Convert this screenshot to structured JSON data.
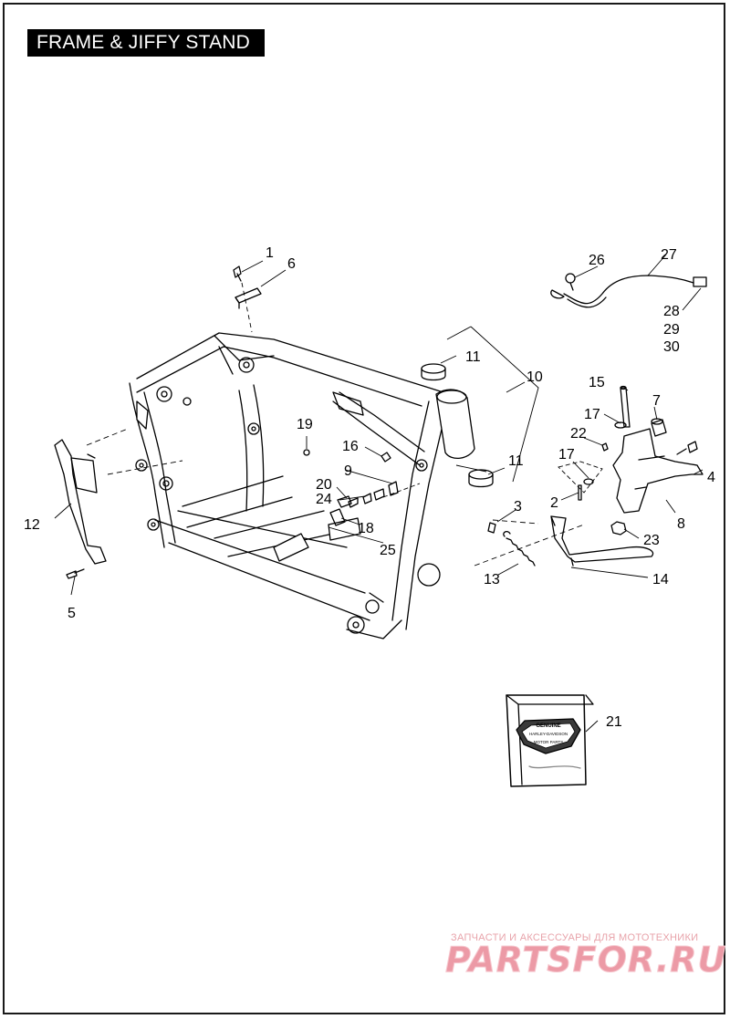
{
  "title": "FRAME & JIFFY STAND",
  "callouts": {
    "c1": "1",
    "c2": "2",
    "c3": "3",
    "c4": "4",
    "c5": "5",
    "c6": "6",
    "c7": "7",
    "c8": "8",
    "c9": "9",
    "c10": "10",
    "c11a": "11",
    "c11b": "11",
    "c12": "12",
    "c13": "13",
    "c14": "14",
    "c15": "15",
    "c16": "16",
    "c17a": "17",
    "c17b": "17",
    "c18": "18",
    "c19": "19",
    "c20": "20",
    "c21": "21",
    "c22": "22",
    "c23": "23",
    "c24": "24",
    "c25": "25",
    "c26": "26",
    "c27": "27",
    "c28": "28",
    "c29": "29",
    "c30": "30"
  },
  "box_logo": {
    "line1": "GENUINE",
    "line2": "HARLEY-DAVIDSON",
    "line3": "MOTOR PARTS"
  },
  "watermark": {
    "tagline": "ЗАПЧАСТИ И АКСЕССУАРЫ ДЛЯ МОТОТЕХНИКИ",
    "logo": "PARTSFOR.RU"
  },
  "colors": {
    "ink": "#000000",
    "title_bg": "#000000",
    "title_text": "#ffffff",
    "watermark": "#ec9aa6"
  }
}
